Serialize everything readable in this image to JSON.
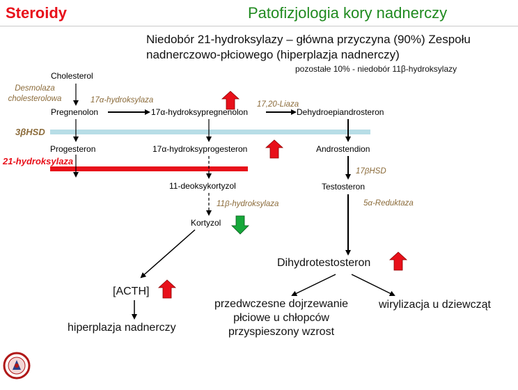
{
  "header": {
    "title_left": "Steroidy",
    "title_right": "Patofizjologia kory nadnerczy"
  },
  "intro": {
    "text": "Niedobór 21-hydroksylazy – główna przyczyna (90%) Zespołu nadnerczowo-płciowego (hiperplazja nadnerczy)",
    "note": "pozostałe 10% - niedobór 11β-hydroksylazy"
  },
  "nodes": {
    "cholesterol": "Cholesterol",
    "pregnenolon": "Pregnenolon",
    "oh_pregnenolon": "17α-hydroksypregnenolon",
    "dhea": "Dehydroepiandrosteron",
    "progesteron": "Progesteron",
    "oh_progesteron": "17α-hydroksyprogesteron",
    "androstendion": "Androstendion",
    "deoxycortisol": "11-deoksykortyzol",
    "testosteron": "Testosteron",
    "kortyzol": "Kortyzol",
    "dht": "Dihydrotestosteron",
    "acth": "[ACTH]",
    "hiperplazja": "hiperplazja nadnerczy",
    "precocious": "przedwczesne dojrzewanie\npłciowe u chłopców\nprzyspieszony wzrost",
    "virilization": "wirylizacja u dziewcząt"
  },
  "enzymes": {
    "desmolaza": "Desmolaza\ncholesterolowa",
    "hydroksylaza17": "17α-hydroksylaza",
    "liaza": "17,20-Liaza",
    "hsd3b": "3βHSD",
    "hydroksylaza21": "21-hydroksylaza",
    "hsd17b": "17βHSD",
    "hydroksylaza11": "11β-hydroksylaza",
    "reduktaza5a": "5α-Reduktaza"
  },
  "colors": {
    "title_red": "#e8101a",
    "title_green": "#1f8a1f",
    "enzyme_brown": "#8b6b3a",
    "hsd_band": "#b7dde6",
    "block_red": "#e8101a",
    "arrow_up_red": "#e8101a",
    "arrow_down_green": "#16a83a"
  },
  "icons": {
    "logo": "university-seal-icon",
    "increase": "red-up-arrow-icon",
    "decrease": "green-down-arrow-icon"
  }
}
